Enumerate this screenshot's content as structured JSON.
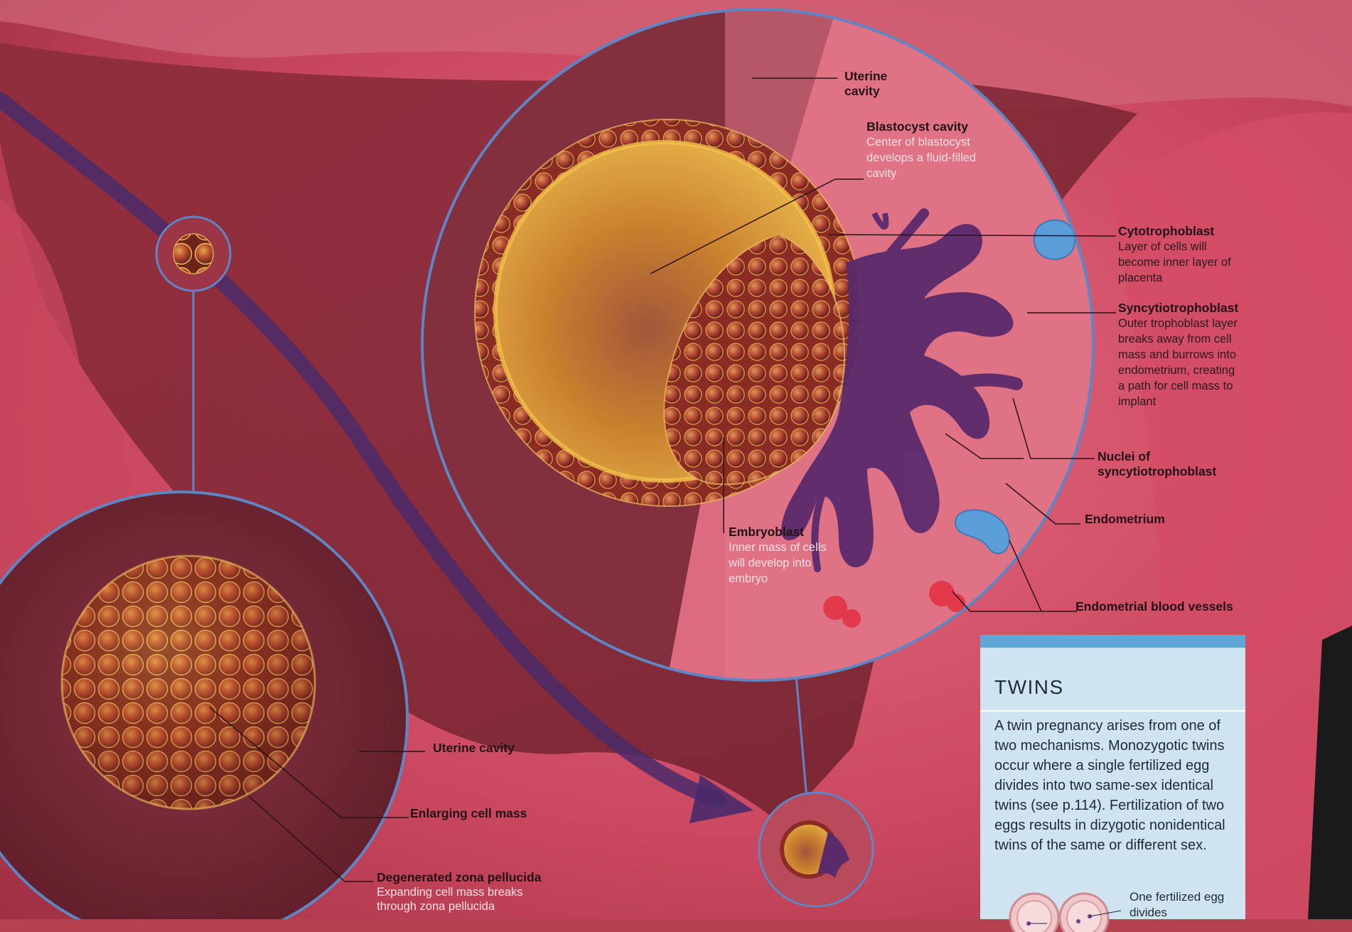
{
  "labels": {
    "uterine_cavity_top": {
      "title": "Uterine\ncavity"
    },
    "blastocyst_cavity": {
      "title": "Blastocyst cavity",
      "desc": "Center of blastocyst develops a fluid-filled cavity"
    },
    "cytotrophoblast": {
      "title": "Cytotrophoblast",
      "desc": "Layer of cells will become inner layer of placenta"
    },
    "syncytiotrophoblast": {
      "title": "Syncytiotrophoblast",
      "desc": "Outer trophoblast layer breaks away from cell mass and burrows into endometrium, creating a path for cell mass to implant"
    },
    "nuclei": {
      "title": "Nuclei of syncytiotrophoblast"
    },
    "endometrium": {
      "title": "Endometrium"
    },
    "embryoblast": {
      "title": "Embryoblast",
      "desc": "Inner mass of cells will develop into embryo"
    },
    "blood_vessels": {
      "title": "Endometrial blood vessels"
    },
    "uterine_cavity_left": {
      "title": "Uterine cavity"
    },
    "enlarging_cell_mass": {
      "title": "Enlarging cell mass"
    },
    "zona_pellucida": {
      "title": "Degenerated zona pellucida",
      "desc": "Expanding cell mass breaks through zona pellucida"
    }
  },
  "twins": {
    "title": "TWINS",
    "body": "A twin pregnancy arises from one of two mechanisms. Monozygotic twins occur where a single fertilized egg divides into two same-sex identical twins (see p.114). Fertilization of two eggs results in dizygotic nonidentical twins of the same or different sex.",
    "caption": "One fertilized egg divides"
  },
  "colors": {
    "tissue": "#c7485e",
    "cavity": "#7a2533",
    "outline": "#5f86c4",
    "arrow": "#4a2a6a",
    "syncytio": "#5b2a6b",
    "box": "#cfe3f1",
    "box_accent": "#5fa7d6"
  }
}
